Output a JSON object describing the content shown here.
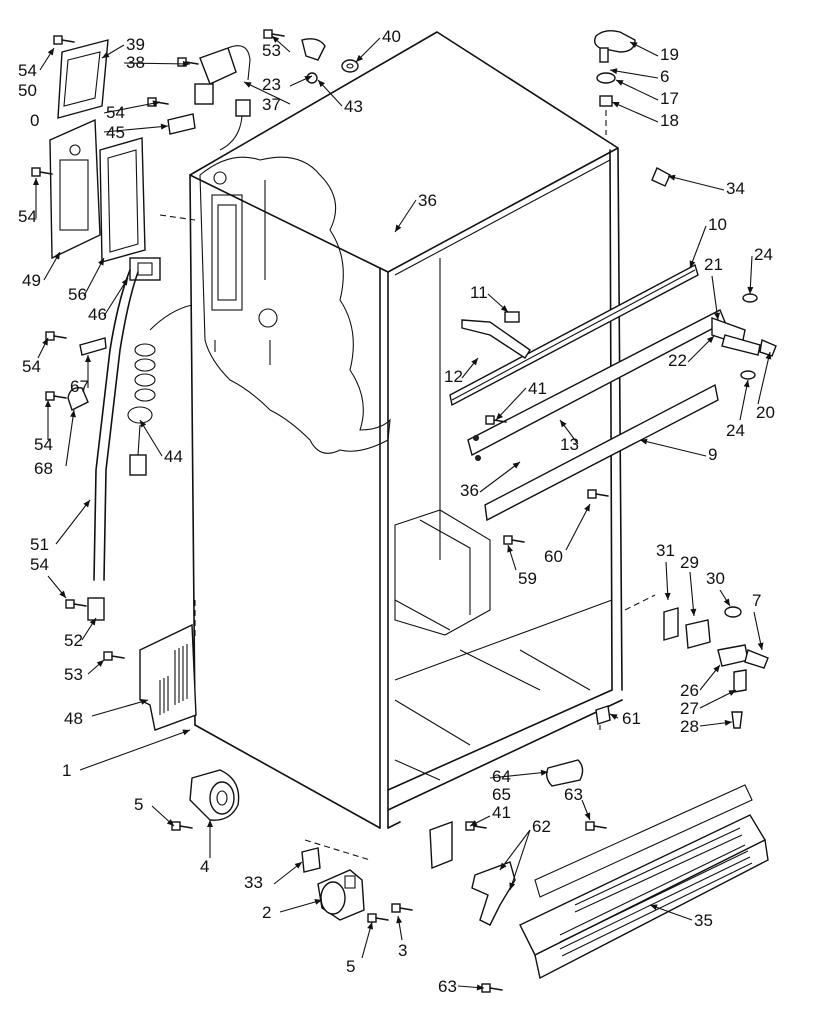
{
  "diagram": {
    "callouts": [
      {
        "id": "c54a",
        "text": "54"
      },
      {
        "id": "c39",
        "text": "39"
      },
      {
        "id": "c38",
        "text": "38"
      },
      {
        "id": "c50",
        "text": "50"
      },
      {
        "id": "c0",
        "text": "0"
      },
      {
        "id": "c54b",
        "text": "54"
      },
      {
        "id": "c45",
        "text": "45"
      },
      {
        "id": "c53a",
        "text": "53"
      },
      {
        "id": "c23",
        "text": "23"
      },
      {
        "id": "c37",
        "text": "37"
      },
      {
        "id": "c40",
        "text": "40"
      },
      {
        "id": "c43",
        "text": "43"
      },
      {
        "id": "c19",
        "text": "19"
      },
      {
        "id": "c6",
        "text": "6"
      },
      {
        "id": "c17",
        "text": "17"
      },
      {
        "id": "c18",
        "text": "18"
      },
      {
        "id": "c34",
        "text": "34"
      },
      {
        "id": "c10",
        "text": "10"
      },
      {
        "id": "c36a",
        "text": "36"
      },
      {
        "id": "c54c",
        "text": "54"
      },
      {
        "id": "c49",
        "text": "49"
      },
      {
        "id": "c56",
        "text": "56"
      },
      {
        "id": "c46",
        "text": "46"
      },
      {
        "id": "c24a",
        "text": "24"
      },
      {
        "id": "c21",
        "text": "21"
      },
      {
        "id": "c11",
        "text": "11"
      },
      {
        "id": "c22",
        "text": "22"
      },
      {
        "id": "c20",
        "text": "20"
      },
      {
        "id": "c24b",
        "text": "24"
      },
      {
        "id": "c54d",
        "text": "54"
      },
      {
        "id": "c67",
        "text": "67"
      },
      {
        "id": "c12",
        "text": "12"
      },
      {
        "id": "c41a",
        "text": "41"
      },
      {
        "id": "c13",
        "text": "13"
      },
      {
        "id": "c9",
        "text": "9"
      },
      {
        "id": "c54e",
        "text": "54"
      },
      {
        "id": "c68",
        "text": "68"
      },
      {
        "id": "c44",
        "text": "44"
      },
      {
        "id": "c36b",
        "text": "36"
      },
      {
        "id": "c60",
        "text": "60"
      },
      {
        "id": "c59",
        "text": "59"
      },
      {
        "id": "c51",
        "text": "51"
      },
      {
        "id": "c54f",
        "text": "54"
      },
      {
        "id": "c31",
        "text": "31"
      },
      {
        "id": "c29",
        "text": "29"
      },
      {
        "id": "c30",
        "text": "30"
      },
      {
        "id": "c7",
        "text": "7"
      },
      {
        "id": "c52",
        "text": "52"
      },
      {
        "id": "c53b",
        "text": "53"
      },
      {
        "id": "c26",
        "text": "26"
      },
      {
        "id": "c27",
        "text": "27"
      },
      {
        "id": "c28",
        "text": "28"
      },
      {
        "id": "c48",
        "text": "48"
      },
      {
        "id": "c61",
        "text": "61"
      },
      {
        "id": "c1",
        "text": "1"
      },
      {
        "id": "c64",
        "text": "64"
      },
      {
        "id": "c5a",
        "text": "5"
      },
      {
        "id": "c65",
        "text": "65"
      },
      {
        "id": "c41b",
        "text": "41"
      },
      {
        "id": "c63a",
        "text": "63"
      },
      {
        "id": "c62",
        "text": "62"
      },
      {
        "id": "c4",
        "text": "4"
      },
      {
        "id": "c33",
        "text": "33"
      },
      {
        "id": "c35",
        "text": "35"
      },
      {
        "id": "c2",
        "text": "2"
      },
      {
        "id": "c3",
        "text": "3"
      },
      {
        "id": "c5b",
        "text": "5"
      },
      {
        "id": "c63b",
        "text": "63"
      }
    ]
  }
}
